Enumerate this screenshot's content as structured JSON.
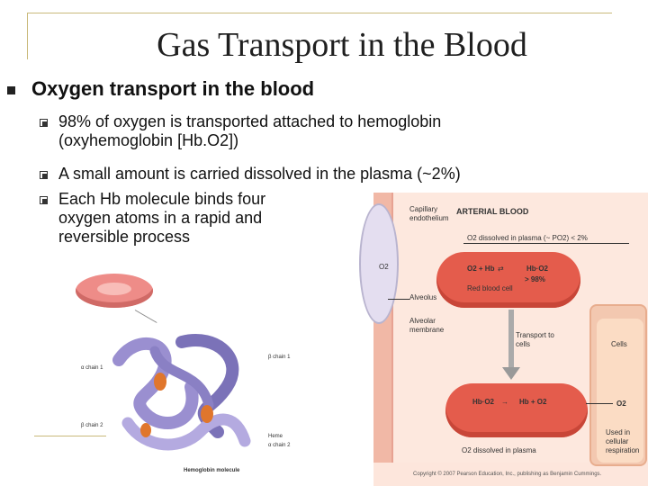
{
  "title": "Gas Transport in the Blood",
  "main_bullet": "Oxygen transport in the blood",
  "sub_bullets": [
    [
      "98% of oxygen is transported attached to hemoglobin",
      "(oxyhemoglobin [Hb.O2])"
    ],
    [
      "A small amount is carried dissolved in the plasma (~2%)"
    ],
    [
      "Each Hb molecule binds four",
      "oxygen atoms in a rapid and",
      "reversible process"
    ]
  ],
  "diagram": {
    "heading": "ARTERIAL BLOOD",
    "capillary": "Capillary endothelium",
    "dissolved_top": "O2 dissolved in plasma (~ PO2) < 2%",
    "o2_left": "O2",
    "reaction_top_left": "O2 + Hb",
    "reaction_top_right": "Hb·O2",
    "percent": "> 98%",
    "rbc_label": "Red blood cell",
    "alveolus": "Alveolus",
    "alveolar_membrane": "Alveolar membrane",
    "transport": "Transport to cells",
    "cells": "Cells",
    "reaction_bottom_left": "Hb·O2",
    "reaction_bottom_right": "Hb + O2",
    "o2_right": "O2",
    "used": "Used in cellular respiration",
    "dissolved_bottom": "O2 dissolved in plasma",
    "copyright": "Copyright © 2007 Pearson Education, Inc., publishing as Benjamin Cummings."
  },
  "hemoglobin": {
    "beta1": "β chain 1",
    "alpha1": "α chain 1",
    "beta2": "β chain 2",
    "heme": "Heme",
    "alpha2": "α chain 2",
    "caption": "Hemoglobin molecule"
  },
  "colors": {
    "rbc": "#e45c4c",
    "capillary": "#f1b8a6",
    "frame": "#c9b97a",
    "hemoglobin": "#9a8fd0"
  }
}
